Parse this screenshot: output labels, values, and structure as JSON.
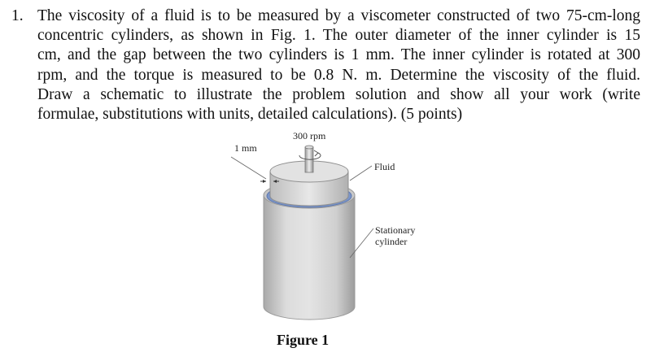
{
  "problem": {
    "number": "1.",
    "lines": [
      "The viscosity of a fluid is to be measured by a viscometer constructed of two 75-cm-long",
      "concentric cylinders, as shown in Fig. 1. The outer diameter of the inner cylinder is 15",
      "cm, and the gap between the two cylinders is 1 mm. The inner cylinder is rotated at 300",
      "rpm, and the torque is measured to be 0.8 N. m. Determine the viscosity of the fluid.",
      "Draw a schematic to illustrate the problem solution and show all your work (write",
      "formulae, substitutions with units, detailed calculations). (5 points)"
    ]
  },
  "figure": {
    "label_rpm": "300 rpm",
    "label_gap": "1 mm",
    "label_fluid": "Fluid",
    "label_stationary_line1": "Stationary",
    "label_stationary_line2": "cylinder",
    "caption": "Figure 1"
  },
  "colors": {
    "fluid_ring": "#7b95c9",
    "cylinder_body": "#d9d9d9",
    "cylinder_shadow": "#b5b5b5",
    "text": "#111111"
  }
}
